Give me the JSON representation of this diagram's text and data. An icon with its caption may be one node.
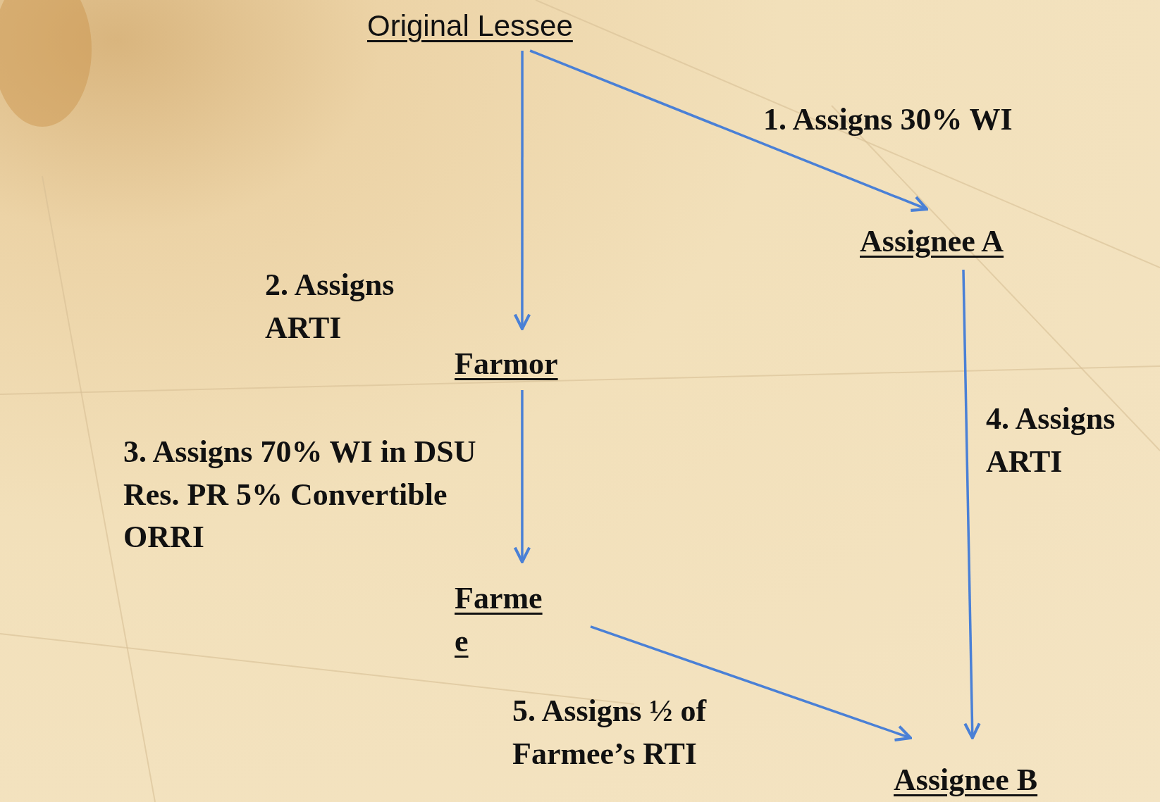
{
  "diagram": {
    "nodes": [
      {
        "text": [
          "Original Lessee"
        ]
      },
      {
        "text": [
          "Assignee A"
        ]
      },
      {
        "text": [
          "Farmor"
        ]
      },
      {
        "text": [
          "Farmee"
        ]
      },
      {
        "text": [
          "Assignee B"
        ]
      }
    ],
    "edges": [
      {
        "from": 0,
        "to": 1,
        "arrow": "to",
        "label": "1. Assigns 30% WI"
      },
      {
        "from": 0,
        "to": 2,
        "arrow": "to",
        "label": "2. Assigns ARTI"
      },
      {
        "from": 2,
        "to": 3,
        "arrow": "to",
        "label": "3. Assigns 70% WI in DSU Res. PR 5% Convertible ORRI"
      },
      {
        "from": 1,
        "to": 4,
        "arrow": "to",
        "label": "4. Assigns ARTI"
      },
      {
        "from": 3,
        "to": 4,
        "arrow": "to",
        "label": "5. Assigns ½ of Farmee’s RTI"
      }
    ]
  }
}
